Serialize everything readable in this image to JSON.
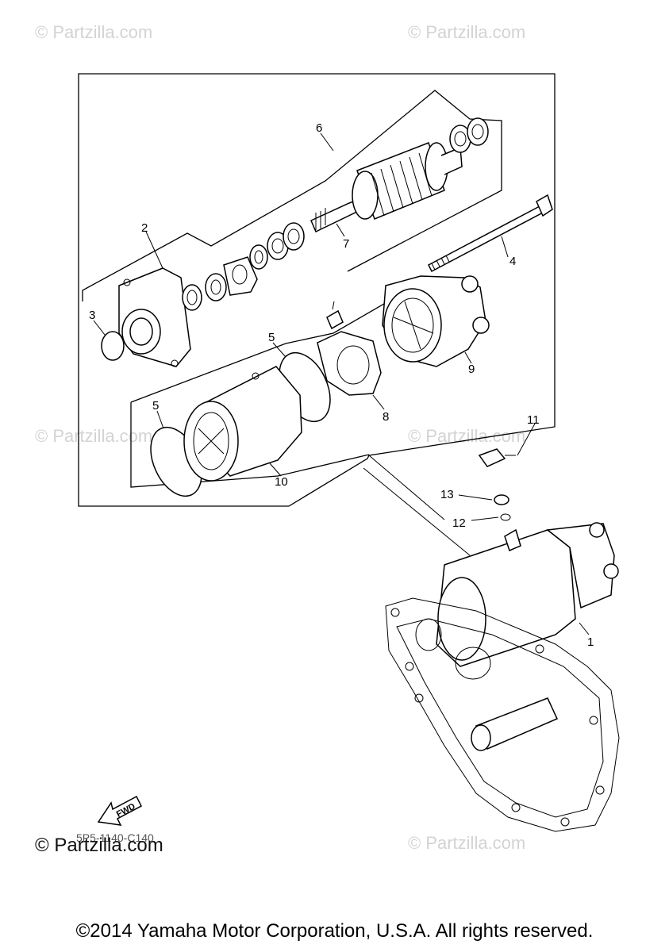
{
  "watermarks": {
    "top_left": "© Partzilla.com",
    "top_right": "© Partzilla.com",
    "mid_left": "© Partzilla.com",
    "mid_right": "© Partzilla.com",
    "bottom_right": "© Partzilla.com",
    "bottom_left": "© Partzilla.com"
  },
  "fwd_label": "FWD",
  "diagram_code": "5P5-1140-C140",
  "copyright": "©2014 Yamaha Motor Corporation, U.S.A. All rights reserved.",
  "callouts": {
    "c1": "1",
    "c2": "2",
    "c3": "3",
    "c4": "4",
    "c5a": "5",
    "c5b": "5",
    "c6": "6",
    "c7": "7",
    "c8": "8",
    "c9": "9",
    "c10": "10",
    "c11": "11",
    "c12": "12",
    "c13": "13"
  }
}
